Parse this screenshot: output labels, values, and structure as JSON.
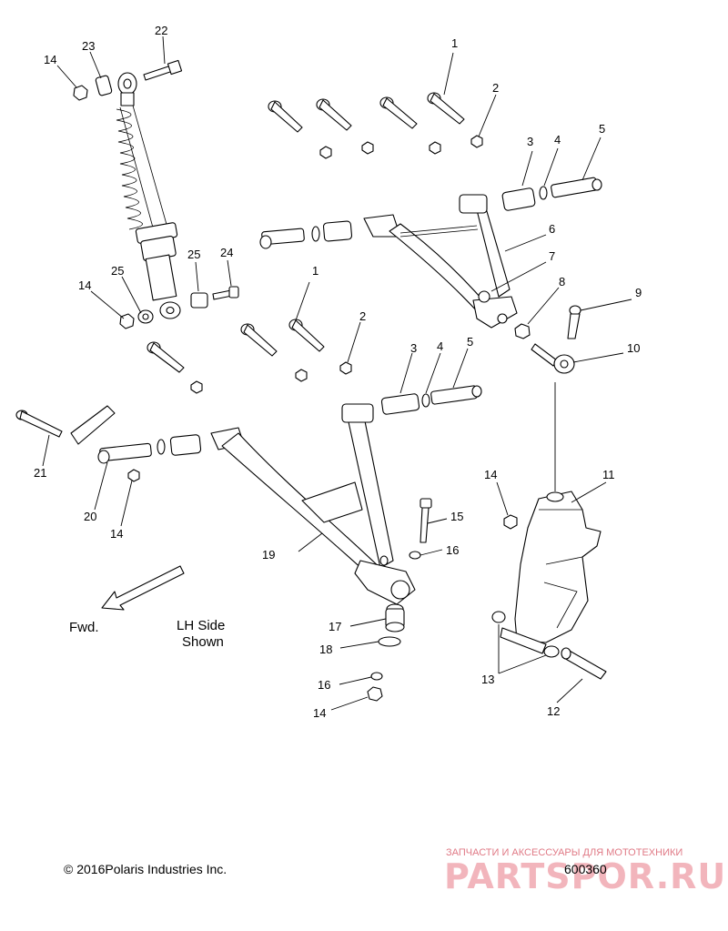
{
  "callouts": [
    "1",
    "2",
    "3",
    "4",
    "5",
    "6",
    "7",
    "8",
    "9",
    "10",
    "11",
    "12",
    "13",
    "14",
    "15",
    "16",
    "17",
    "18",
    "19",
    "20",
    "21",
    "22",
    "23",
    "24",
    "25"
  ],
  "labels": {
    "forward": "Fwd.",
    "side_line1": "LH Side",
    "side_line2": "Shown"
  },
  "footer": {
    "copyright": "© 2016Polaris Industries Inc.",
    "diagram_number": "600360"
  },
  "watermark": {
    "tagline": "ЗАПЧАСТИ И АКСЕССУАРЫ ДЛЯ МОТОТЕХНИКИ",
    "brand": "PARTSPOR.RU"
  },
  "colors": {
    "line": "#000000",
    "watermark": "#e07a86"
  }
}
